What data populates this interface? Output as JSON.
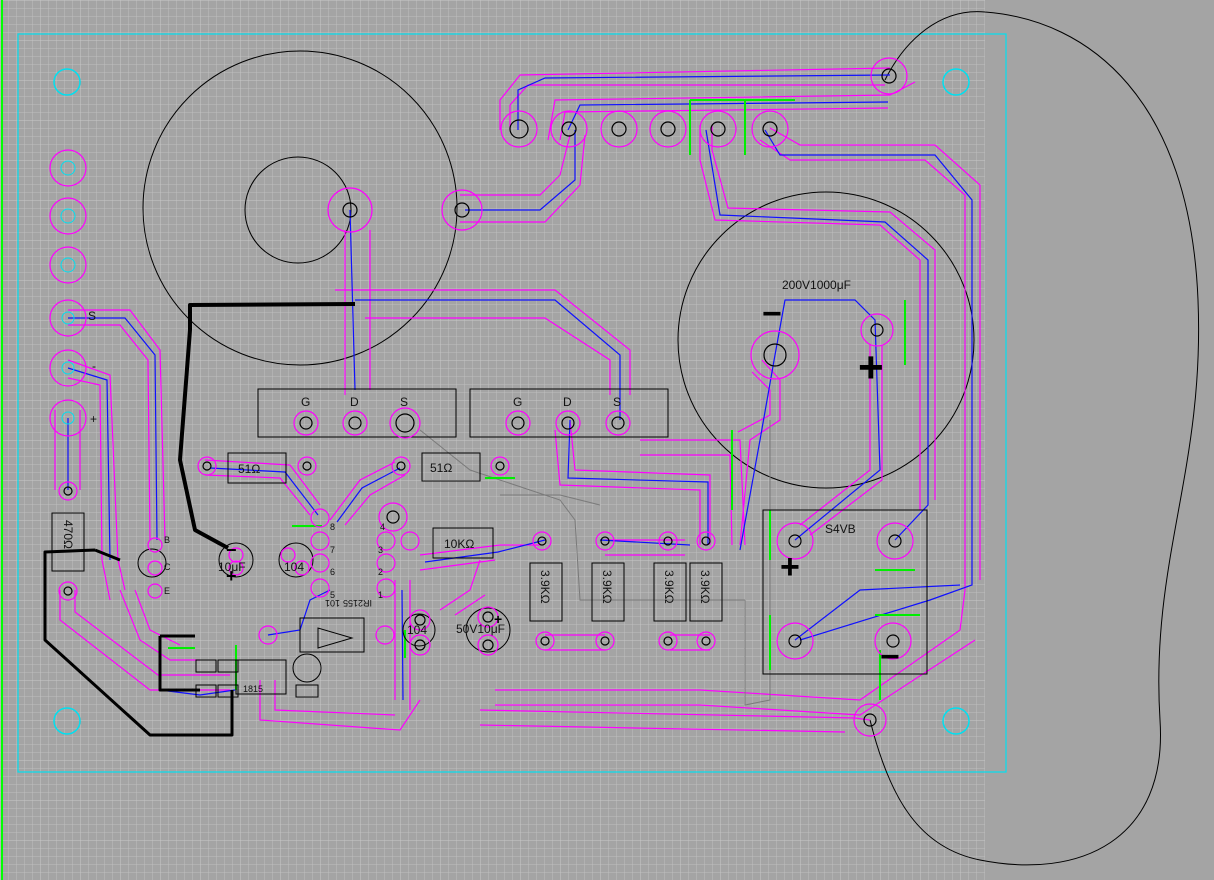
{
  "colors": {
    "background": "#a4a4a4",
    "board": "#a4a4a4",
    "grid": "#bdbdbd",
    "board_outline": "#00e0f0",
    "top_trace": "#ff00ff",
    "bottom_trace": "#1010ff",
    "jumper": "#000000",
    "edge_guide": "#00ff00",
    "silkscreen": "#000000"
  },
  "labels": {
    "cap_large": "200V1000μF",
    "bridge": "S4VB",
    "r_51_left": "51Ω",
    "r_51_right": "51Ω",
    "r_10k": "10KΩ",
    "r_3k9": "3.9KΩ",
    "r_470": "470Ω",
    "cap_104_left": "104",
    "cap_104_mid": "104",
    "cap_50v": "50V10μF",
    "cap_10uf": "10μF",
    "ic": "IR2155",
    "ic_pin": "101",
    "mosfet_g": "G",
    "mosfet_d": "D",
    "mosfet_s": "S",
    "conn_s": "S",
    "conn_minus": "-",
    "conn_plus": "+",
    "pin_1": "1",
    "pin_2": "2",
    "pin_3": "3",
    "pin_4": "4",
    "pin_8": "8",
    "pin_7": "7",
    "pin_6": "6",
    "pin_5": "5",
    "tr_b": "B",
    "tr_c": "C",
    "tr_e": "E",
    "tr_name": "1815",
    "plus": "+",
    "minus": "−"
  }
}
